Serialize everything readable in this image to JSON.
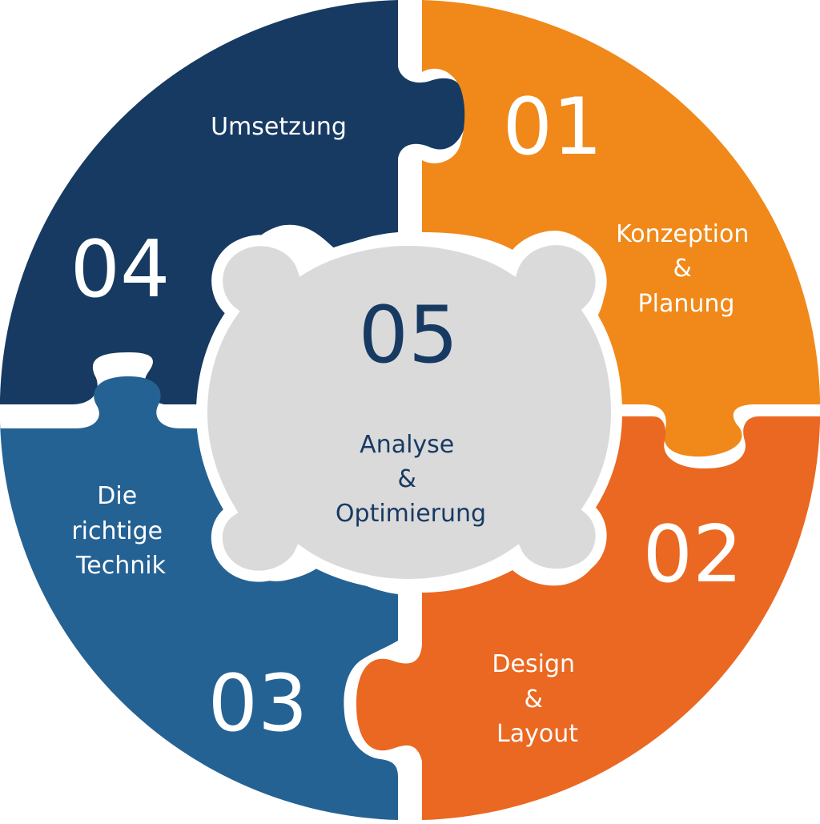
{
  "colors": {
    "piece_01": "#F0891A",
    "piece_02": "#EA6821",
    "piece_03": "#256294",
    "piece_04": "#173A62",
    "center": "#DADADA",
    "text_light": "#FFFFFF",
    "text_dark": "#173A62"
  },
  "pieces": [
    {
      "number": "01",
      "label_lines": [
        "Konzeption",
        "&",
        "Planung"
      ]
    },
    {
      "number": "02",
      "label_lines": [
        "Design",
        "&",
        "Layout"
      ]
    },
    {
      "number": "03",
      "label_lines": [
        "Die",
        "richtige",
        "Technik"
      ]
    },
    {
      "number": "04",
      "label_lines": [
        "Umsetzung"
      ]
    }
  ],
  "center": {
    "number": "05",
    "label_lines": [
      "Analyse",
      "&",
      "Optimierung"
    ]
  }
}
